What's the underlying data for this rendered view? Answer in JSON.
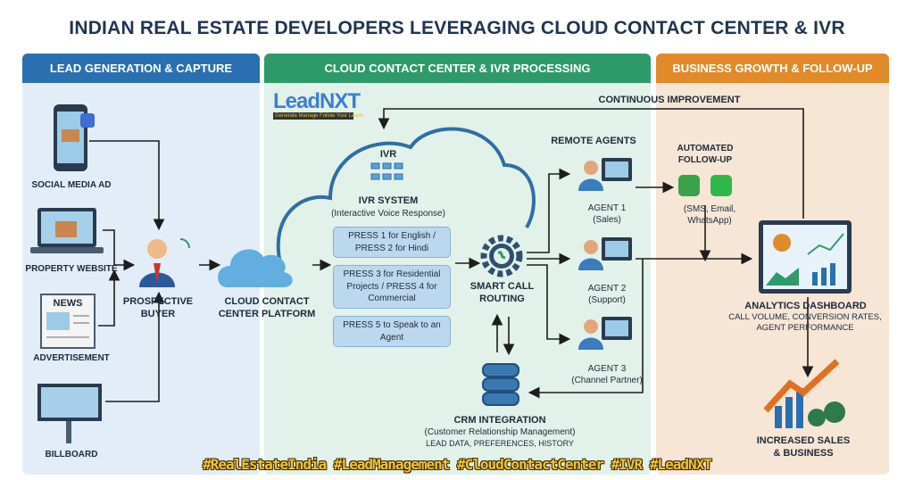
{
  "title": "INDIAN REAL ESTATE DEVELOPERS LEVERAGING CLOUD CONTACT CENTER & IVR",
  "sections": {
    "lead": {
      "header": "LEAD GENERATION & CAPTURE",
      "color": "#2a6fb0",
      "sources": [
        "SOCIAL MEDIA AD",
        "PROPERTY WEBSITE",
        "ADVERTISEMENT",
        "BILLBOARD"
      ],
      "news_label": "NEWS",
      "buyer": "PROSPECTIVE BUYER"
    },
    "cloud": {
      "header": "CLOUD CONTACT CENTER & IVR PROCESSING",
      "color": "#2e9a6a",
      "logo": "LeadNXT",
      "logo_tagline": "Generate Manage Follow Your Leads",
      "platform": "CLOUD CONTACT CENTER PLATFORM",
      "ivr_icon_label": "IVR",
      "ivr_title": "IVR SYSTEM",
      "ivr_subtitle": "(Interactive Voice Response)",
      "options": [
        "PRESS 1 for English / PRESS 2 for Hindi",
        "PRESS 3 for Residential Projects / PRESS 4 for Commercial",
        "PRESS 5 to Speak to an Agent"
      ],
      "routing": "SMART CALL ROUTING",
      "agents_title": "REMOTE AGENTS",
      "agents": [
        {
          "name": "AGENT 1",
          "role": "(Sales)"
        },
        {
          "name": "AGENT 2",
          "role": "(Support)"
        },
        {
          "name": "AGENT 3",
          "role": "(Channel Partner)"
        }
      ],
      "crm_title": "CRM INTEGRATION",
      "crm_subtitle": "(Customer Relationship Management)",
      "crm_detail": "LEAD DATA, PREFERENCES, HISTORY"
    },
    "growth": {
      "header": "BUSINESS GROWTH & FOLLOW-UP",
      "color": "#e08a2a",
      "followup_title": "AUTOMATED FOLLOW-UP",
      "followup_channels": "(SMS, Email, WhatsApp)",
      "dashboard_title": "ANALYTICS DASHBOARD",
      "dashboard_detail": "CALL VOLUME, CONVERSION RATES, AGENT PERFORMANCE",
      "result": "INCREASED SALES & BUSINESS"
    }
  },
  "loop_label": "CONTINUOUS IMPROVEMENT",
  "hashtags": "#RealEstateIndia #LeadManagement #CloudContactCenter #IVR #LeadNXT"
}
